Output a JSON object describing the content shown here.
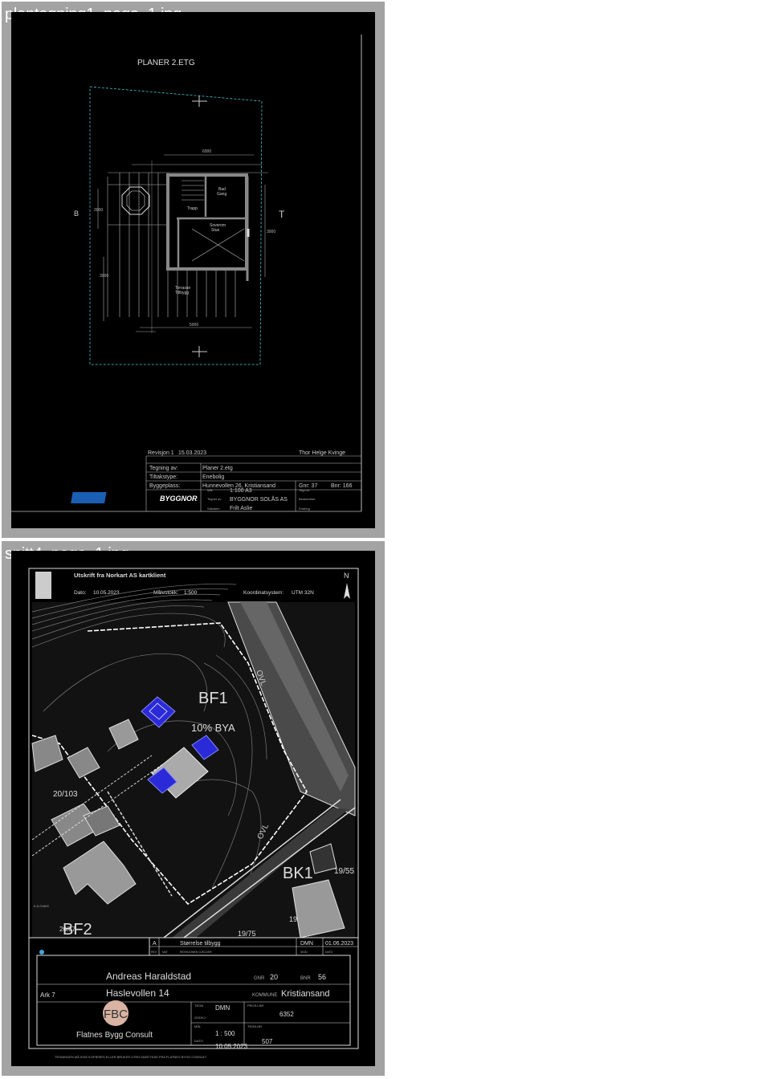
{
  "files": [
    {
      "name": "plantegning1_page_1.jpg"
    },
    {
      "name": "snitt4_page_1.jpg"
    }
  ],
  "drawing1": {
    "title": "PLANER 2.ETG",
    "dims": {
      "top_total": "6000",
      "bottom_total": "5000",
      "left_a": "3000",
      "left_b": "3000",
      "right_a": "3000"
    },
    "section_left": "B",
    "section_right": "T",
    "rooms": {
      "bath": "Bad",
      "stair": "Trapp",
      "hall": "Gang",
      "bedroom": "Soverom",
      "bedroom_sub": "Stue",
      "terrace": "Terrasse",
      "terrace_sub": "Tillbygg"
    },
    "titleblock": {
      "rev_label": "Revisjon 1",
      "date": "15.03.2023",
      "drawn_by_name": "Thor Helge Kvinge",
      "row1_label": "Tegning av:",
      "row1_value": "Planer 2.etg",
      "row2_label": "Tiltakstype:",
      "row2_value": "Enebolig",
      "row3_label": "Byggeplass:",
      "row3_value": "Hunnevollen 26, Kristiansand",
      "gnr": "Gnr: 37",
      "bnr": "Bnr: 166",
      "logo": "BYGGNOR",
      "mal": "1:100 A3",
      "firm": "BYGGNOR SOLÅS AS",
      "contact": "Frilt Aslie",
      "s_label": "Mål",
      "f_label": "Tegnet av",
      "c_label": "Saksbeh",
      "t1": "Tegn.nr.",
      "t2": "Beskrivelse",
      "t3": "Endring"
    }
  },
  "drawing2": {
    "header_title": "Utskrift fra Norkart AS kartklient",
    "date_label": "Dato:",
    "date_value": "10.05.2023",
    "scale_label": "Målestokk:",
    "scale_value": "1:500",
    "coord_label": "Koordinatsystem:",
    "coord_value": "UTM 32N",
    "north": "N",
    "map": {
      "zone1": "BF1",
      "bya": "10% BYA",
      "zone2": "BF2",
      "zone3": "BK1",
      "parcel1": "20/103",
      "parcel2": "19/55",
      "parcel3": "19/55/1",
      "parcel4": "19/75",
      "parcel5": "20/87",
      "road1": "OVL",
      "road2": "OVL",
      "pt1": "K-5-01800"
    },
    "titleblock": {
      "rev_code": "A",
      "rev_text": "Størrelse tilbygg",
      "rev_sign": "DMN",
      "rev_date": "01.06.2023",
      "rev_h1": "REV",
      "rev_h2": "NAT",
      "rev_h3": "REVISJONEN GJELDER",
      "rev_h4": "SIGN",
      "rev_h5": "DATO",
      "client": "Andreas Haraldstad",
      "gnr_label": "GNR",
      "gnr": "20",
      "bnr_label": "BNR",
      "bnr": "56",
      "sheet": "Ark 7",
      "address": "Haslevollen 14",
      "kommune_label": "KOMMUNE",
      "kommune": "Kristiansand",
      "logo_mark": "FBC",
      "company": "Flatnes Bygg Consult",
      "tegn_label": "TEGN",
      "tegn": "DMN",
      "godkj_label": "GODKJ",
      "prosj_label": "PROSJ.NR",
      "prosj": "6352",
      "mal_label": "MÅL",
      "mal": "1 : 500",
      "tegnnr_label": "TEGN.NR",
      "tegnnr": "507",
      "dato_label": "DATO",
      "dato": "10.05.2023",
      "footer": "TEGNINGEN MÅ IKKE KOPIERES ELLER BRUKES UTEN SAMTYKKE FRA FLATNES BYGG CONSULT"
    }
  },
  "colors": {
    "card_bg": "#a3a3a3",
    "drawing_bg": "#000000",
    "blue": "#2a2ad8",
    "line": "#e0e0e0"
  }
}
